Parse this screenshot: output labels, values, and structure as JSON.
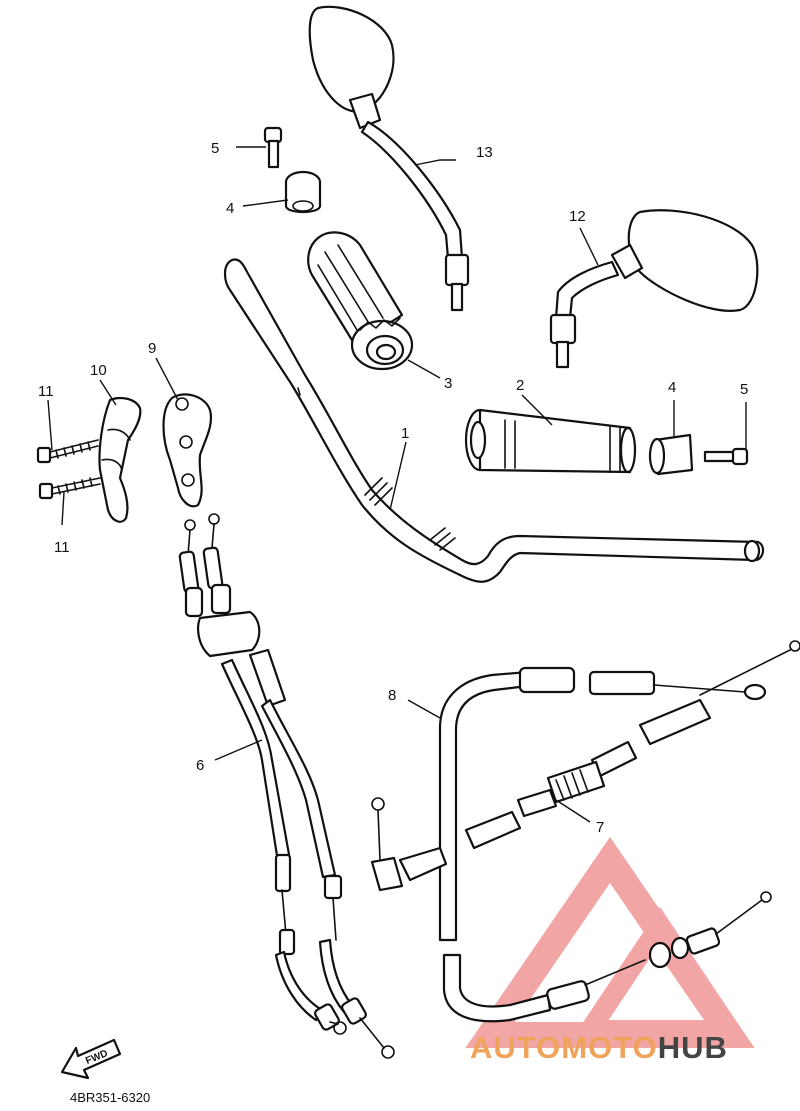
{
  "diagram": {
    "callouts": [
      {
        "id": "c1",
        "text": "1"
      },
      {
        "id": "c2",
        "text": "2"
      },
      {
        "id": "c3",
        "text": "3"
      },
      {
        "id": "c4a",
        "text": "4"
      },
      {
        "id": "c4b",
        "text": "4"
      },
      {
        "id": "c5a",
        "text": "5"
      },
      {
        "id": "c5b",
        "text": "5"
      },
      {
        "id": "c6",
        "text": "6"
      },
      {
        "id": "c7",
        "text": "7"
      },
      {
        "id": "c8",
        "text": "8"
      },
      {
        "id": "c9",
        "text": "9"
      },
      {
        "id": "c10",
        "text": "10"
      },
      {
        "id": "c11a",
        "text": "11"
      },
      {
        "id": "c11b",
        "text": "11"
      },
      {
        "id": "c12",
        "text": "12"
      },
      {
        "id": "c13",
        "text": "13"
      }
    ],
    "fwd_label": "FWD",
    "part_code": "4BR351-6320"
  },
  "watermark": {
    "part1": "AUTOMOTO",
    "part2": "HUB",
    "color_primary": "#f0a35a",
    "color_secondary": "#444444",
    "triangle_color": "#e85c5c"
  }
}
